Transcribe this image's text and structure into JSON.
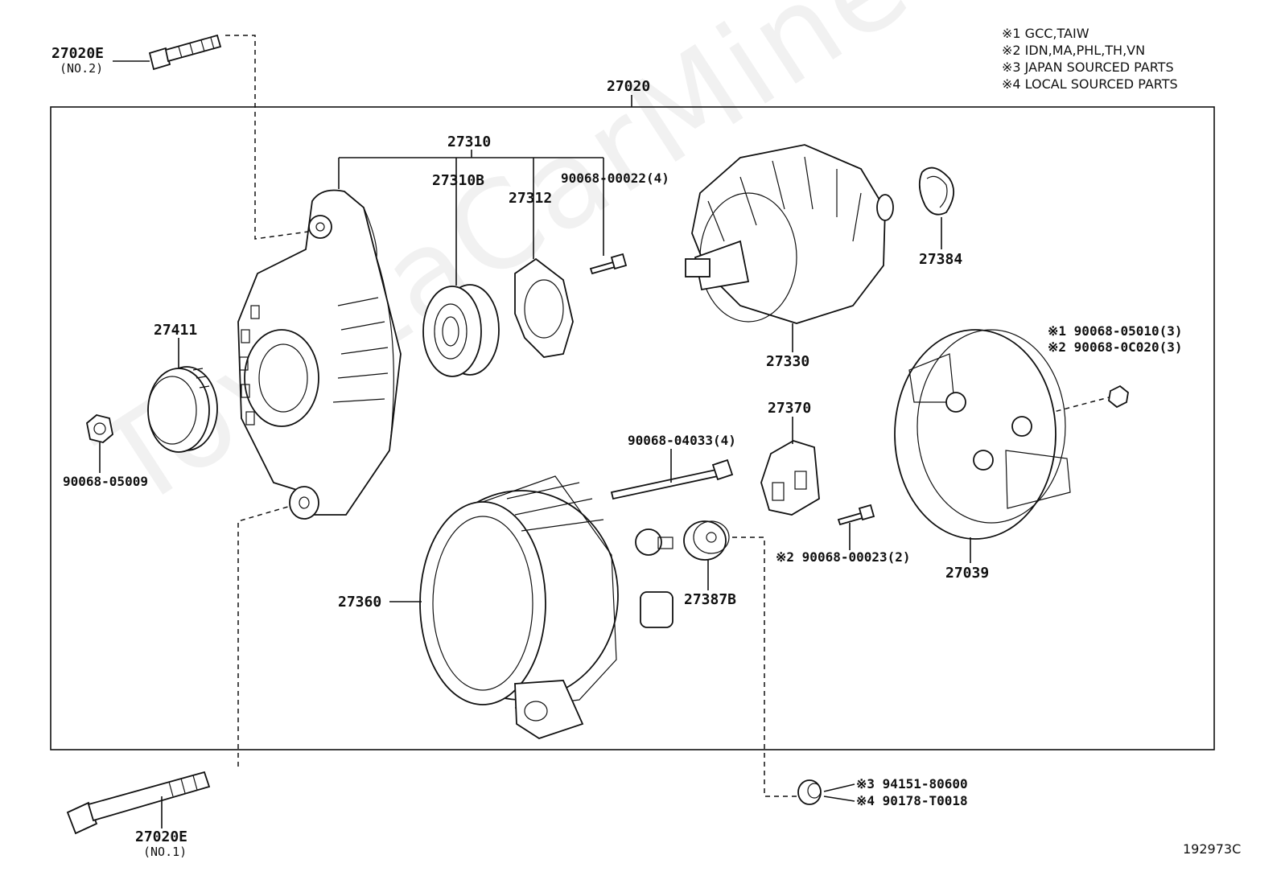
{
  "watermark": "ToyotaCarMine.ru",
  "figure_id": "192973C",
  "notes": [
    "※1 GCC,TAIW",
    "※2 IDN,MA,PHL,TH,VN",
    "※3 JAPAN SOURCED PARTS",
    "※4 LOCAL SOURCED PARTS"
  ],
  "parts": {
    "p27020": "27020",
    "p27020E_top": "27020E",
    "p27020E_top_sub": "(NO.2)",
    "p27020E_bot": "27020E",
    "p27020E_bot_sub": "(NO.1)",
    "p27310": "27310",
    "p27310B": "27310B",
    "p27312": "27312",
    "p90068_00022": "90068-00022(4)",
    "p27411": "27411",
    "p90068_05009": "90068-05009",
    "p27330": "27330",
    "p27384": "27384",
    "p27370": "27370",
    "p90068_04033": "90068-04033(4)",
    "p90068_05010": "※1 90068-05010(3)",
    "p90068_0C020": "※2 90068-0C020(3)",
    "p90068_00023": "※2 90068-00023(2)",
    "p27039": "27039",
    "p27360": "27360",
    "p27387B": "27387B",
    "p94151_80600": "※3 94151-80600",
    "p90178_T0018": "※4 90178-T0018"
  }
}
